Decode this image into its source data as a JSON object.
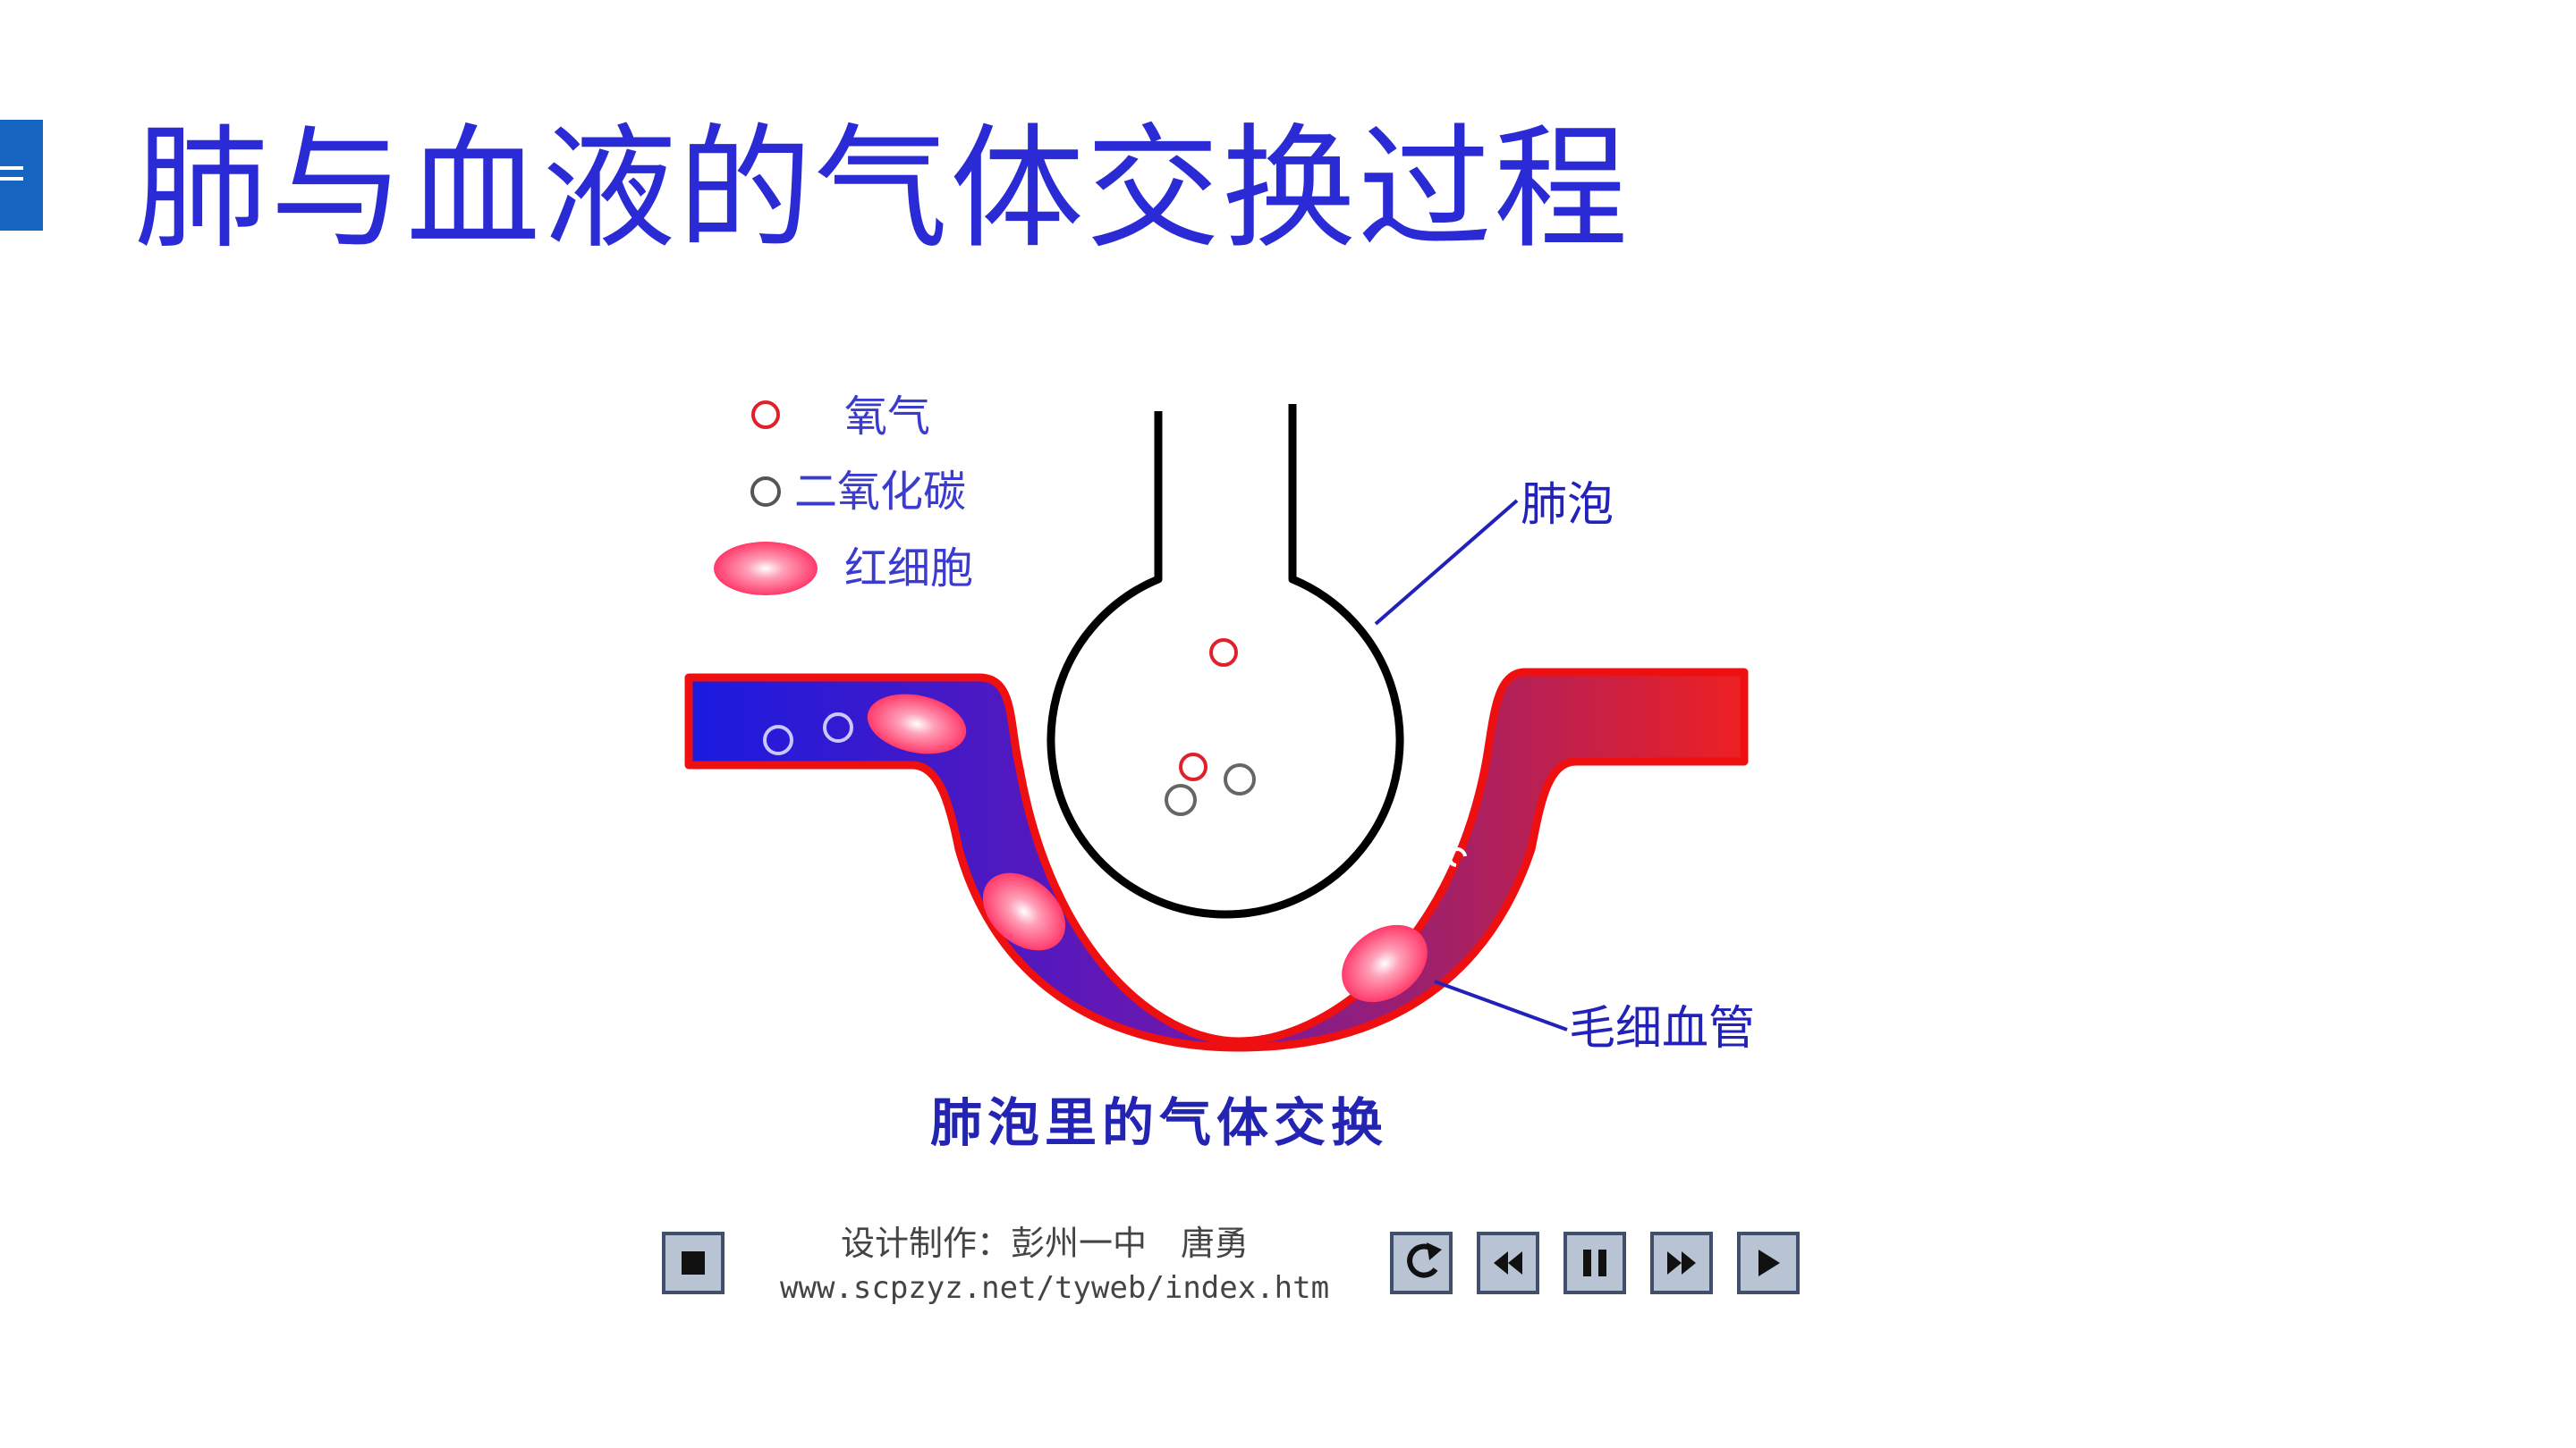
{
  "title": "肺与血液的气体交换过程",
  "legend": {
    "oxygen": "氧气",
    "co2": "二氧化碳",
    "rbc": "红细胞"
  },
  "labels": {
    "alveolus": "肺泡",
    "capillary": "毛细血管"
  },
  "caption": "肺泡里的气体交换",
  "credits": {
    "line1": "设计制作：彭州一中　唐勇",
    "line2": "www.scpzyz.net/tyweb/index.htm"
  },
  "controls": [
    "stop",
    "rewind",
    "back",
    "pause",
    "forward",
    "play"
  ],
  "colors": {
    "title": "#2b2bd6",
    "accent": "#1565c0",
    "oxygen": "#e0202a",
    "co2": "#555555",
    "vessel_venous": "#1a1ae0",
    "vessel_arterial": "#f02020"
  }
}
